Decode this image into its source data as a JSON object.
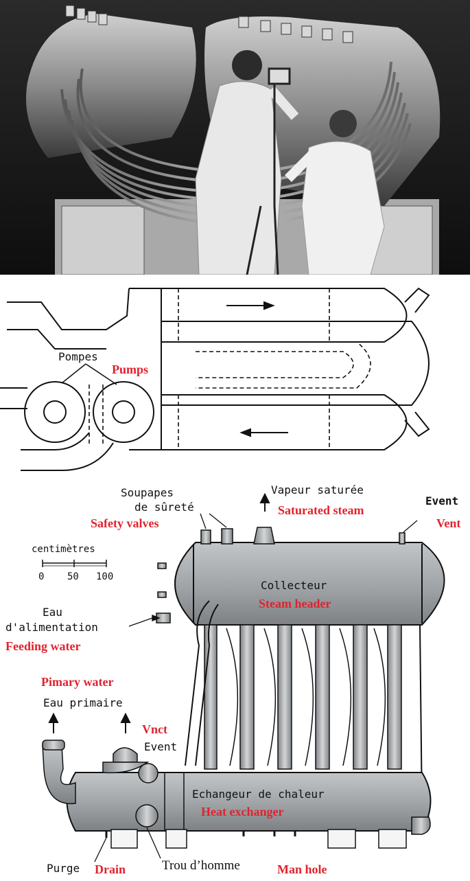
{
  "plan": {
    "pumps_fr": "Pompes",
    "pumps_en": "Pumps"
  },
  "elevation": {
    "safety_valves_fr_1": "Soupapes",
    "safety_valves_fr_2": "de sûreté",
    "safety_valves_en": "Safety valves",
    "saturated_steam_fr": "Vapeur saturée",
    "saturated_steam_en": "Saturated steam",
    "vent_top_fr": "Event",
    "vent_top_en": "Vent",
    "scale_title": "centimètres",
    "scale_ticks": [
      "0",
      "50",
      "100"
    ],
    "header_fr": "Collecteur",
    "header_en": "Steam header",
    "feed_fr_1": "Eau",
    "feed_fr_2": "d'alimentation",
    "feed_en": "Feeding water",
    "primary_en": "Pimary water",
    "primary_fr": "Eau primaire",
    "vent_low_en": "Vnct",
    "vent_low_fr": "Event",
    "exchanger_fr": "Echangeur de chaleur",
    "exchanger_en": "Heat exchanger",
    "drain_fr": "Purge",
    "drain_en": "Drain",
    "manhole_fr": "Trou d’homme",
    "manhole_en": "Man hole"
  },
  "colors": {
    "english_label": "#e0232e",
    "vessel_fill": "#9fa3a6",
    "photo_background": "#111111"
  }
}
